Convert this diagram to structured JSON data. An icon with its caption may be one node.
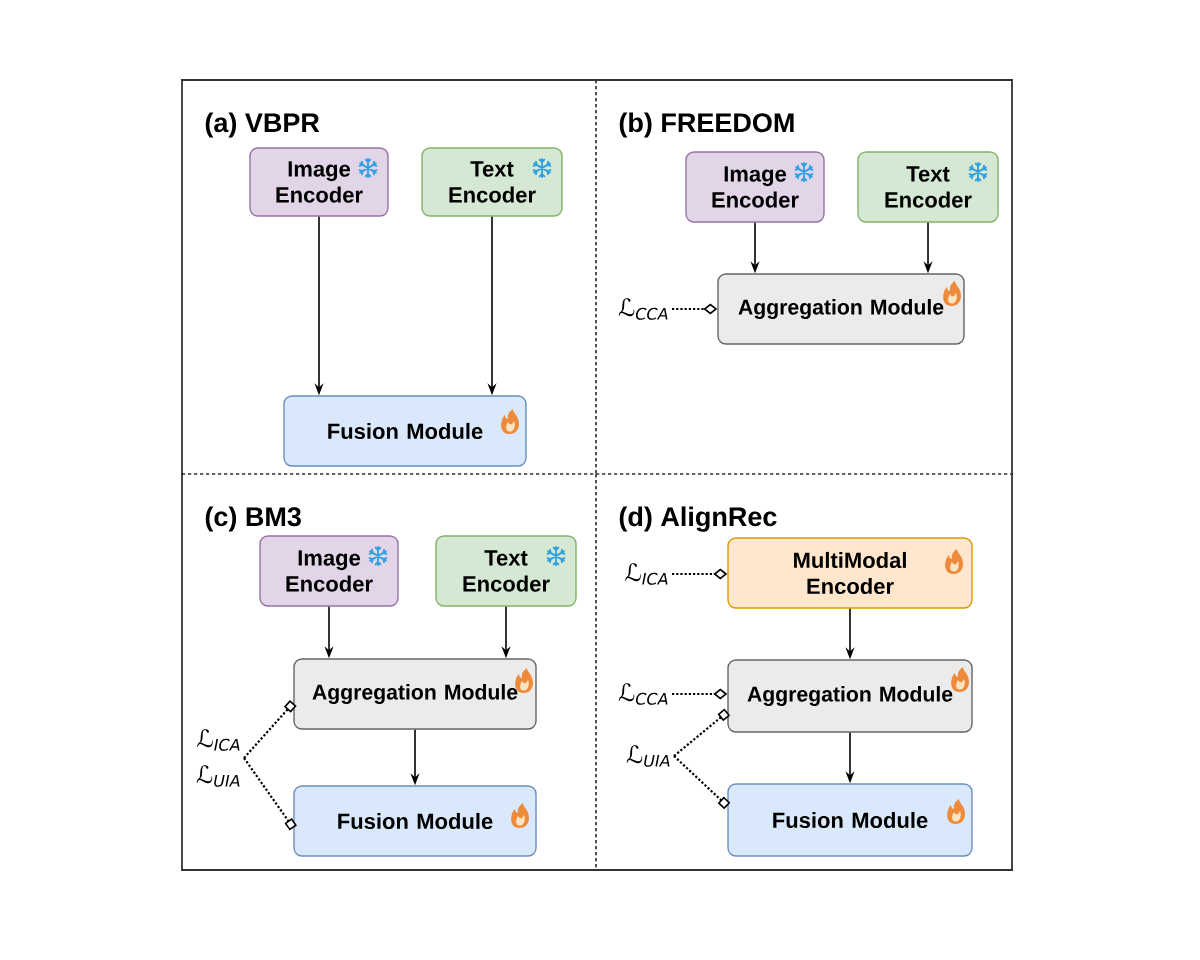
{
  "diagram": {
    "nodes": [
      {
        "text": [
          "(a) VBPR"
        ]
      },
      {
        "text": [
          "Image Encoder"
        ],
        "in": 0
      },
      {
        "text": [
          "Text Encoder"
        ],
        "in": 0
      },
      {
        "text": [
          "Fusion Module"
        ],
        "in": 0
      },
      {
        "text": [
          "(b) FREEDOM"
        ]
      },
      {
        "text": [
          "Image Encoder"
        ],
        "in": 4
      },
      {
        "text": [
          "Text Encoder"
        ],
        "in": 4
      },
      {
        "text": [
          "ℒ$_{CCA}$"
        ],
        "in": 4
      },
      {
        "text": [
          "Aggregation Module"
        ],
        "in": 4
      },
      {
        "text": [
          "(c) BM3"
        ]
      },
      {
        "text": [
          "Image Encoder"
        ],
        "in": 9
      },
      {
        "text": [
          "Text Encoder"
        ],
        "in": 9
      },
      {
        "text": [
          "Aggregation Module"
        ],
        "in": 9
      },
      {
        "text": [
          "ℒ$_{ICA}$",
          "ℒ$_{UIA}$"
        ],
        "in": 9
      },
      {
        "text": [
          "Fusion Module"
        ],
        "in": 9
      },
      {
        "text": [
          "(d) AlignRec"
        ]
      },
      {
        "text": [
          "ℒ$_{ICA}$"
        ],
        "in": 15
      },
      {
        "text": [
          "MultiModal Encoder"
        ],
        "in": 15
      },
      {
        "text": [
          "ℒ$_{CCA}$"
        ],
        "in": 15
      },
      {
        "text": [
          "Aggregation Module"
        ],
        "in": 15
      },
      {
        "text": [
          "ℒ$_{UIA}$"
        ],
        "in": 15
      },
      {
        "text": [
          "Fusion Module"
        ],
        "in": 15
      }
    ],
    "edges": [
      {
        "from": 1,
        "to": 3,
        "arrow": "to"
      },
      {
        "from": 2,
        "to": 3,
        "arrow": "to"
      },
      {
        "from": 5,
        "to": 8,
        "arrow": "to"
      },
      {
        "from": 6,
        "to": 8,
        "arrow": "to"
      },
      {
        "from": 7,
        "to": 8,
        "arrow": "other",
        "style": "dashed"
      },
      {
        "from": 10,
        "to": 12,
        "arrow": "to"
      },
      {
        "from": 11,
        "to": 12,
        "arrow": "to"
      },
      {
        "from": 12,
        "to": 14,
        "arrow": "to"
      },
      {
        "from": 13,
        "to": 12,
        "arrow": "other",
        "style": "dashed"
      },
      {
        "from": 13,
        "to": 14,
        "arrow": "other",
        "style": "dashed"
      },
      {
        "from": 17,
        "to": 19,
        "arrow": "to"
      },
      {
        "from": 19,
        "to": 21,
        "arrow": "to"
      },
      {
        "from": 16,
        "to": 17,
        "arrow": "other",
        "style": "dashed"
      },
      {
        "from": 18,
        "to": 19,
        "arrow": "other",
        "style": "dashed"
      },
      {
        "from": 20,
        "to": 19,
        "arrow": "other",
        "style": "dashed"
      },
      {
        "from": 20,
        "to": 21,
        "arrow": "other",
        "style": "dashed"
      }
    ]
  }
}
